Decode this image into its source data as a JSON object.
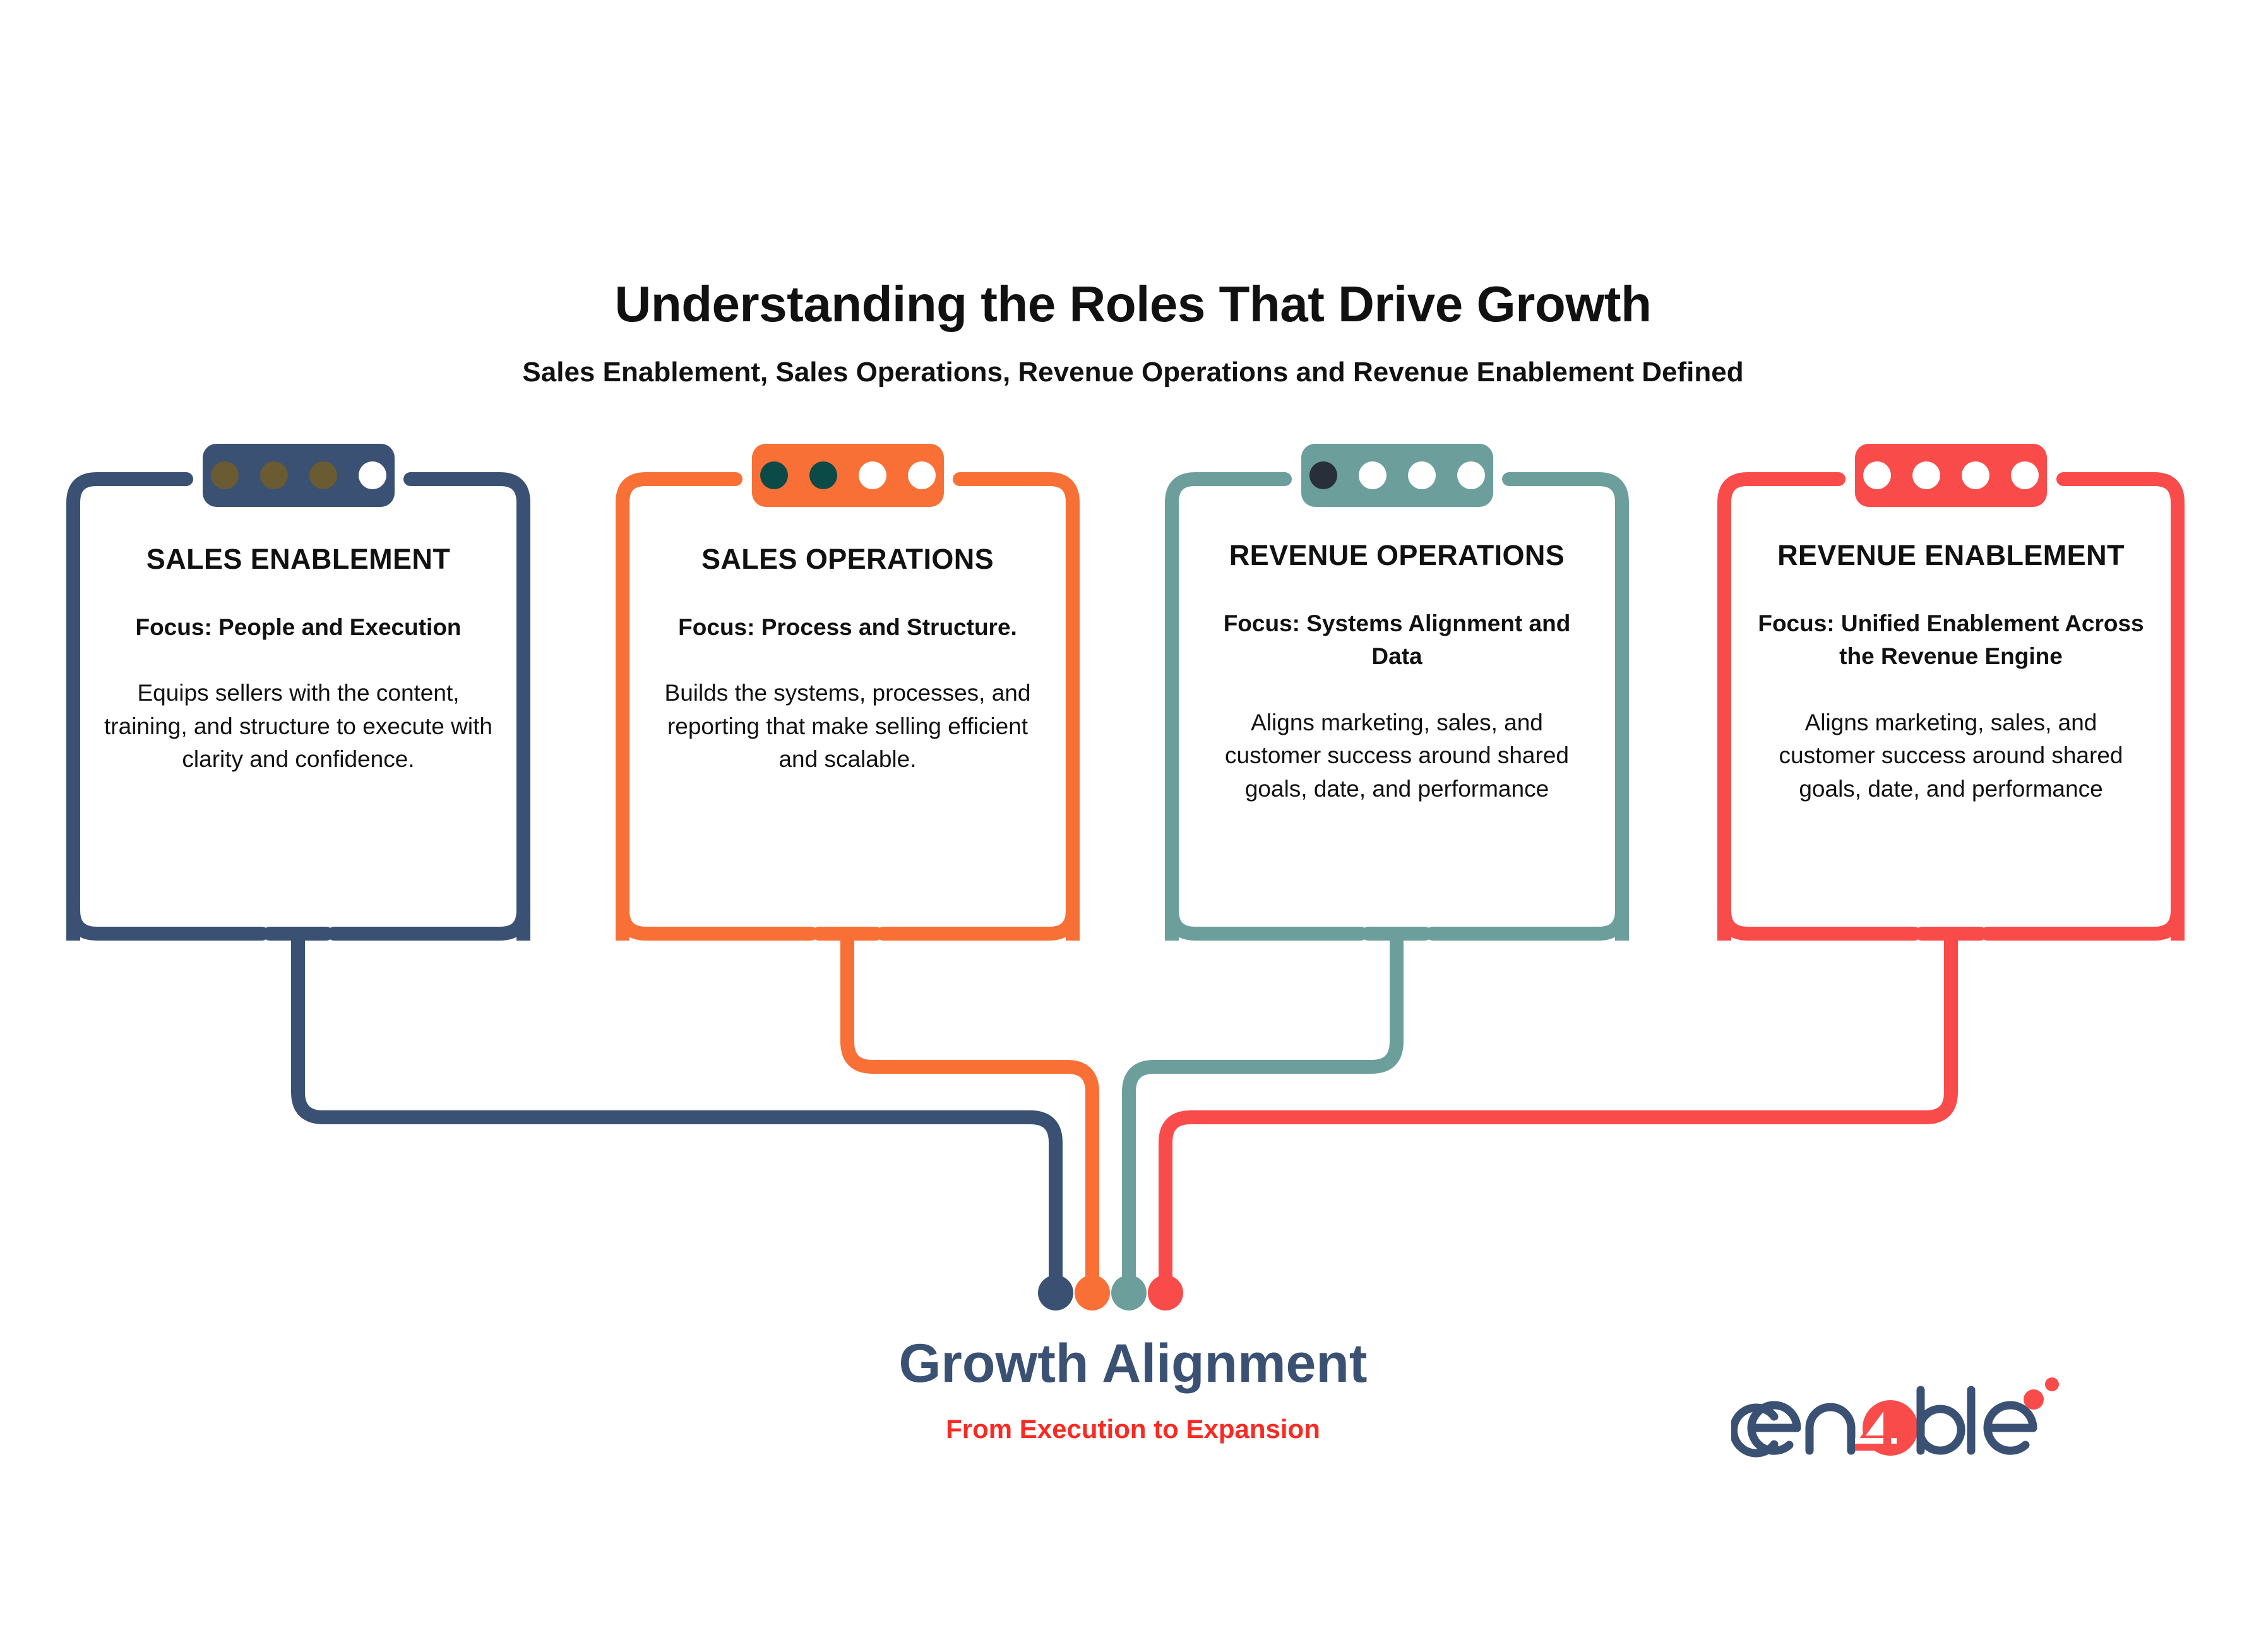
{
  "header": {
    "title": "Understanding the Roles That Drive Growth",
    "subtitle": "Sales Enablement, Sales Operations, Revenue Operations and Revenue Enablement Defined"
  },
  "colors": {
    "navy": "#3a5173",
    "orange": "#f97036",
    "teal": "#6c9e9c",
    "red": "#fa4b4b",
    "gold_dot": "#6b5b32",
    "dark_teal_dot": "#0c4a47",
    "dark_dot": "#272f3a",
    "white_dot": "#ffffff",
    "footer_title": "#3a5173",
    "footer_sub": "#fa2a22"
  },
  "cards": [
    {
      "id": "sales-enablement",
      "title": "SALES ENABLEMENT",
      "focus": "Focus: People and Execution",
      "description": "Equips sellers with the content, training, and structure to execute with clarity and confidence.",
      "accent": "#3a5173",
      "tab_dots": [
        "#6b5b32",
        "#6b5b32",
        "#6b5b32",
        "#ffffff"
      ]
    },
    {
      "id": "sales-operations",
      "title": "SALES OPERATIONS",
      "focus": "Focus: Process and Structure.",
      "description": "Builds the systems, processes, and reporting that make selling efficient and scalable.",
      "accent": "#f97036",
      "tab_dots": [
        "#0c4a47",
        "#0c4a47",
        "#ffffff",
        "#ffffff"
      ]
    },
    {
      "id": "revenue-operations",
      "title": "REVENUE OPERATIONS",
      "focus": "Focus: Systems Alignment and Data",
      "description": "Aligns marketing, sales, and customer success around shared goals, date, and performance",
      "accent": "#6c9e9c",
      "tab_dots": [
        "#272f3a",
        "#ffffff",
        "#ffffff",
        "#ffffff"
      ]
    },
    {
      "id": "revenue-enablement",
      "title": "REVENUE ENABLEMENT",
      "focus": "Focus: Unified Enablement Across the Revenue Engine",
      "description": "Aligns marketing, sales, and customer success around shared goals, date, and performance",
      "accent": "#fa4b4b",
      "tab_dots": [
        "#ffffff",
        "#ffffff",
        "#ffffff",
        "#ffffff"
      ]
    }
  ],
  "footer": {
    "title": "Growth Alignment",
    "subtitle": "From Execution to Expansion"
  },
  "logo": {
    "text": "en4ble",
    "word_start": "en",
    "digit": "4",
    "word_end": "ble",
    "primary_color": "#3a5173",
    "accent_color": "#fa4b4b"
  }
}
